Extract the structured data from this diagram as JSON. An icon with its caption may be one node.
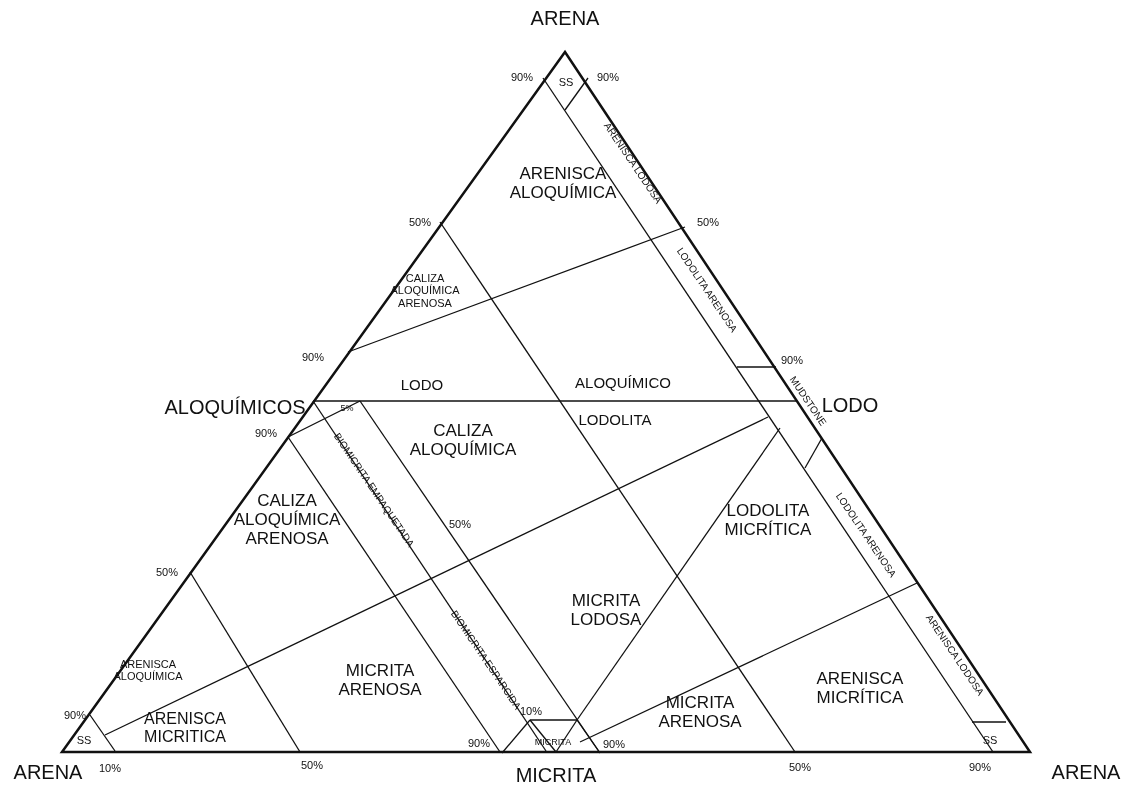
{
  "diagram": {
    "labels": [
      "ARENA",
      "90%",
      "SS",
      "90%",
      "ARENISCA LODOSA",
      "ARENISCA ALOQUÍMICA",
      "50%",
      "50%",
      "LODOLITA ARENOSA",
      "CALIZA ALOQUÍMICA ARENOSA",
      "90%",
      "90%",
      "MUDSTONE",
      "LODO",
      "ALOQUÍMICO",
      "ALOQUÍMICOS",
      "LODO",
      "5%",
      "LODOLITA",
      "90%",
      "BIOMICRITA EMPAQUETADA",
      "CALIZA ALOQUÍMICA",
      "LODOLITA ARENOSA",
      "LODOLITA MICRÍTICA",
      "CALIZA ALOQUÍMICA ARENOSA",
      "50%",
      "50%",
      "BIOMICRITA ESPARCIDA",
      "MICRITA LODOSA",
      "ARENISCA LODOSA",
      "ARENISCA ALOQUÍMICA",
      "MICRITA ARENOSA",
      "ARENISCA MICRÍTICA",
      "90%",
      "10%",
      "ARENISCA MICRITICA",
      "MICRITA ARENOSA",
      "90%",
      "MICRITA",
      "90%",
      "SS",
      "SS",
      "ARENA",
      "10%",
      "50%",
      "MICRITA",
      "50%",
      "90%",
      "ARENA"
    ]
  }
}
